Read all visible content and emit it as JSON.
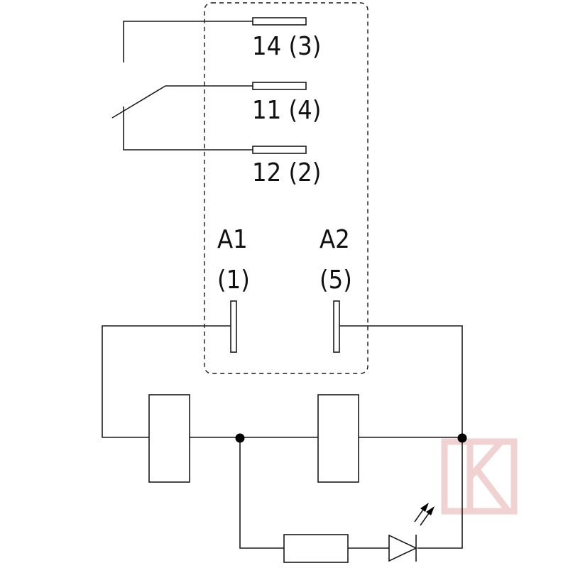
{
  "terminals": {
    "t14": {
      "label": "14 (3)"
    },
    "t11": {
      "label": "11 (4)"
    },
    "t12": {
      "label": "12 (2)"
    }
  },
  "coil": {
    "a1_label": "A1",
    "a1_alt": "(1)",
    "a2_label": "A2",
    "a2_alt": "(5)"
  },
  "colors": {
    "line": "#1a1a1a",
    "watermark": "#f1d2d2"
  },
  "icons": [
    "led-diode-icon",
    "resistor-icon",
    "coil-icon",
    "switch-contact-icon"
  ]
}
